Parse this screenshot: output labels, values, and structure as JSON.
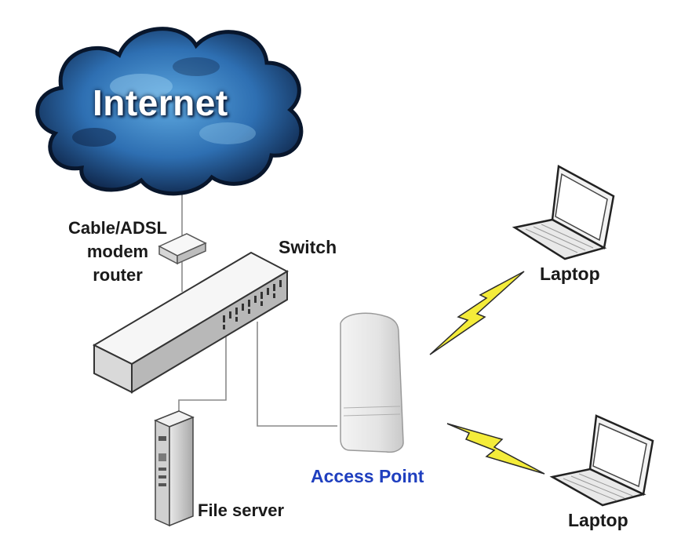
{
  "labels": {
    "internet": "Internet",
    "modem_line1": "Cable/ADSL",
    "modem_line2": "modem",
    "modem_line3": "router",
    "switch": "Switch",
    "laptop_top": "Laptop",
    "laptop_bottom": "Laptop",
    "access_point": "Access Point",
    "file_server": "File server"
  },
  "colors": {
    "cloud_dark": "#0d2244",
    "cloud_mid": "#2e6fb2",
    "cloud_light": "#9bd1f2",
    "access_point_label": "#1f3fbf",
    "lightning": "#f4ec3a"
  },
  "icons": [
    "cloud-icon",
    "modem-icon",
    "switch-icon",
    "file-server-icon",
    "access-point-icon",
    "laptop-icon",
    "lightning-icon"
  ]
}
